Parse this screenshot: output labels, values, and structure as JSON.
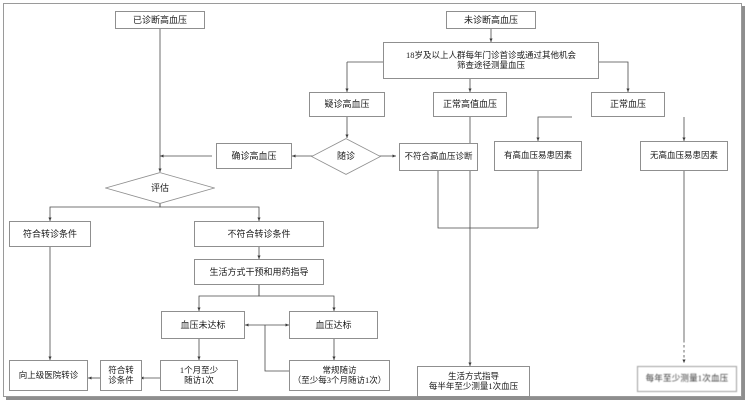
{
  "diagram": {
    "title_text": "",
    "theme": {
      "stroke": "#8f8f8f",
      "wire": "#4a4a4a",
      "text": "#1a1a1a",
      "background": "#ffffff",
      "frame_shadow": "#8e8e8e"
    },
    "nodes": {
      "diagnosed_hypertension": "已诊断高血压",
      "undiagnosed_hypertension": "未诊断高血压",
      "screening": "18岁及以上人群每年门诊首诊或通过其他机会\n筛查途径测量血压",
      "suspected_hypertension": "疑诊高血压",
      "normal_high_bp": "正常高值血压",
      "normal_bp": "正常血压",
      "followup_diamond": "随诊",
      "confirmed_hypertension": "确诊高血压",
      "not_meeting_dx": "不符合高血压诊断",
      "has_risk_factors": "有高血压易患因素",
      "no_risk_factors": "无高血压易患因素",
      "assessment_diamond": "评估",
      "meets_referral": "符合转诊条件",
      "not_meets_referral": "不符合转诊条件",
      "lifestyle_and_medication": "生活方式干预和用药指导",
      "bp_not_controlled": "血压未达标",
      "bp_controlled": "血压达标",
      "followup_monthly": "1个月至少\n随访1次",
      "routine_followup": "常规随访\n（至少每3个月随访1次）",
      "meets_referral_2": "符合转\n诊条件",
      "refer_upper_hospital": "向上级医院转诊",
      "lifestyle_guidance": "生活方式指导\n每半年至少测量1次血压",
      "measure_yearly": "每年至少测量1次血压"
    }
  }
}
